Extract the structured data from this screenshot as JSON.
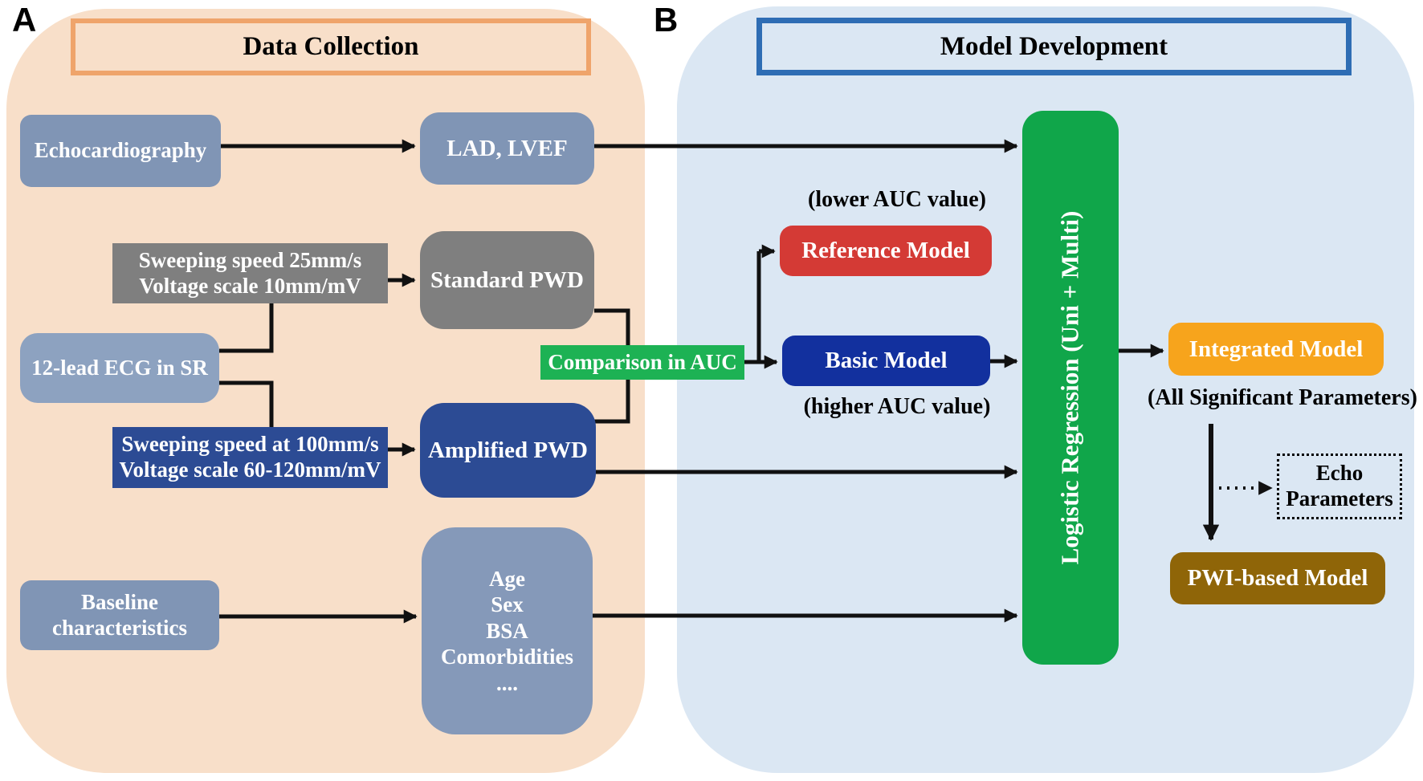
{
  "figure": {
    "panel_a": {
      "label": "A",
      "title": "Data Collection",
      "nodes": {
        "echocardiography": {
          "text": "Echocardiography",
          "color": "#8095b5"
        },
        "lad_lvef": {
          "text": "LAD, LVEF",
          "color": "#8095b5"
        },
        "sweep_standard": {
          "line1": "Sweeping speed 25mm/s",
          "line2": "Voltage scale 10mm/mV",
          "color": "#7f7f7f"
        },
        "standard_pwd": {
          "text": "Standard PWD",
          "color": "#7f7f7f"
        },
        "ecg": {
          "text": "12-lead ECG in SR",
          "color": "#8da2c0"
        },
        "sweep_amplified": {
          "line1": "Sweeping speed at 100mm/s",
          "line2": "Voltage scale 60-120mm/mV",
          "color": "#2c4b94"
        },
        "amplified_pwd": {
          "text": "Amplified PWD",
          "color": "#2c4b94"
        },
        "baseline": {
          "line1": "Baseline",
          "line2": "characteristics",
          "color": "#8095b5"
        },
        "demographics": {
          "lines": [
            "Age",
            "Sex",
            "BSA",
            "Comorbidities",
            "...."
          ],
          "color": "#8599b9"
        }
      }
    },
    "panel_b": {
      "label": "B",
      "title": "Model Development",
      "nodes": {
        "comparison": {
          "text": "Comparison in AUC",
          "color": "#1db254"
        },
        "reference_model": {
          "text": "Reference Model",
          "color": "#d43a35",
          "note": "(lower AUC value)"
        },
        "basic_model": {
          "text": "Basic Model",
          "color": "#12309e",
          "note": "(higher AUC value)"
        },
        "logistic_regression": {
          "text": "Logistic Regression (Uni + Multi)",
          "color": "#10a64a"
        },
        "integrated_model": {
          "text": "Integrated Model",
          "color": "#f7a41c",
          "note": "(All Significant Parameters)"
        },
        "echo_parameters": {
          "line1": "Echo",
          "line2": "Parameters"
        },
        "pwi_model": {
          "text": "PWI-based Model",
          "color": "#8f6508"
        }
      }
    },
    "colors": {
      "panel_a_bg": "#f8dfc9",
      "panel_a_border": "#efa46b",
      "panel_b_bg": "#dbe7f3",
      "panel_b_border": "#2e6db4",
      "arrow": "#111111"
    }
  }
}
